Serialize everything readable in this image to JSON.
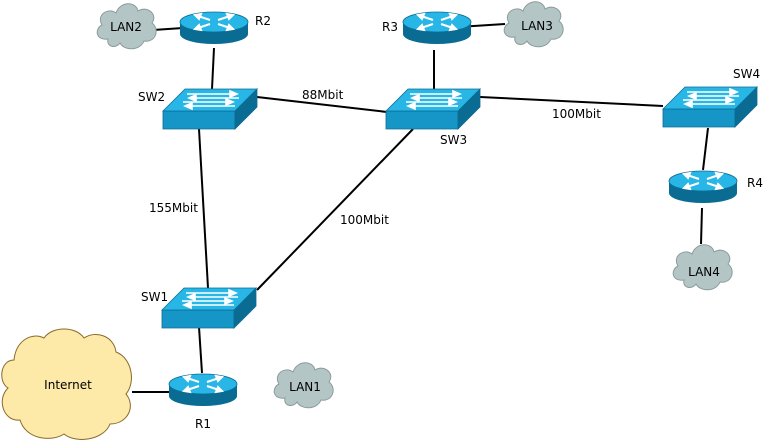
{
  "diagram": {
    "nodes": {
      "r1": {
        "label": "R1",
        "kind": "router"
      },
      "r2": {
        "label": "R2",
        "kind": "router"
      },
      "r3": {
        "label": "R3",
        "kind": "router"
      },
      "r4": {
        "label": "R4",
        "kind": "router"
      },
      "sw1": {
        "label": "SW1",
        "kind": "switch"
      },
      "sw2": {
        "label": "SW2",
        "kind": "switch"
      },
      "sw3": {
        "label": "SW3",
        "kind": "switch"
      },
      "sw4": {
        "label": "SW4",
        "kind": "switch"
      },
      "lan1": {
        "label": "LAN1",
        "kind": "cloud"
      },
      "lan2": {
        "label": "LAN2",
        "kind": "cloud"
      },
      "lan3": {
        "label": "LAN3",
        "kind": "cloud"
      },
      "lan4": {
        "label": "LAN4",
        "kind": "cloud"
      },
      "internet": {
        "label": "Internet",
        "kind": "cloud"
      }
    },
    "links": {
      "sw2_sw3": "88Mbit",
      "sw3_sw4": "100Mbit",
      "sw2_sw1": "155Mbit",
      "sw3_sw1": "100Mbit"
    },
    "colors": {
      "device_top": "#27b6e6",
      "device_side": "#0a6c93",
      "device_front": "#1596c7",
      "lan_cloud": "#b3c5c5",
      "lan_cloud_stroke": "#8a9c9c",
      "internet_cloud": "#fde9a8",
      "internet_cloud_stroke": "#8a6a2a"
    }
  }
}
